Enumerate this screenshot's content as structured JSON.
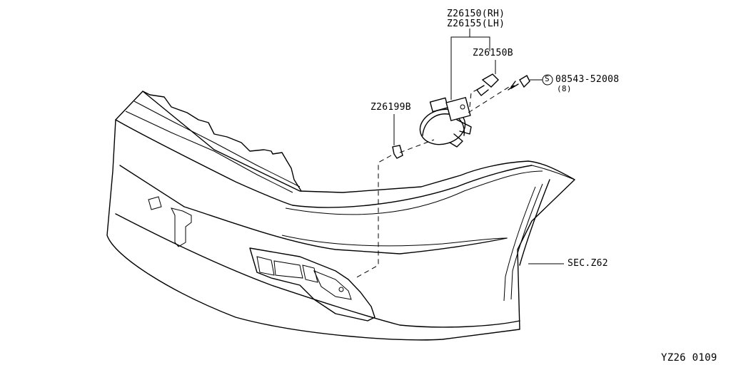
{
  "labels": {
    "lamp_rh": "Z26150(RH)",
    "lamp_lh": "Z26155(LH)",
    "bulb": "Z26150B",
    "screw_part": "08543-52008",
    "screw_qty": "(8)",
    "screw_symbol": "S",
    "bracket": "Z26199B",
    "sec_ref": "SEC.Z62",
    "diagram_id": "YZ26 0109"
  }
}
